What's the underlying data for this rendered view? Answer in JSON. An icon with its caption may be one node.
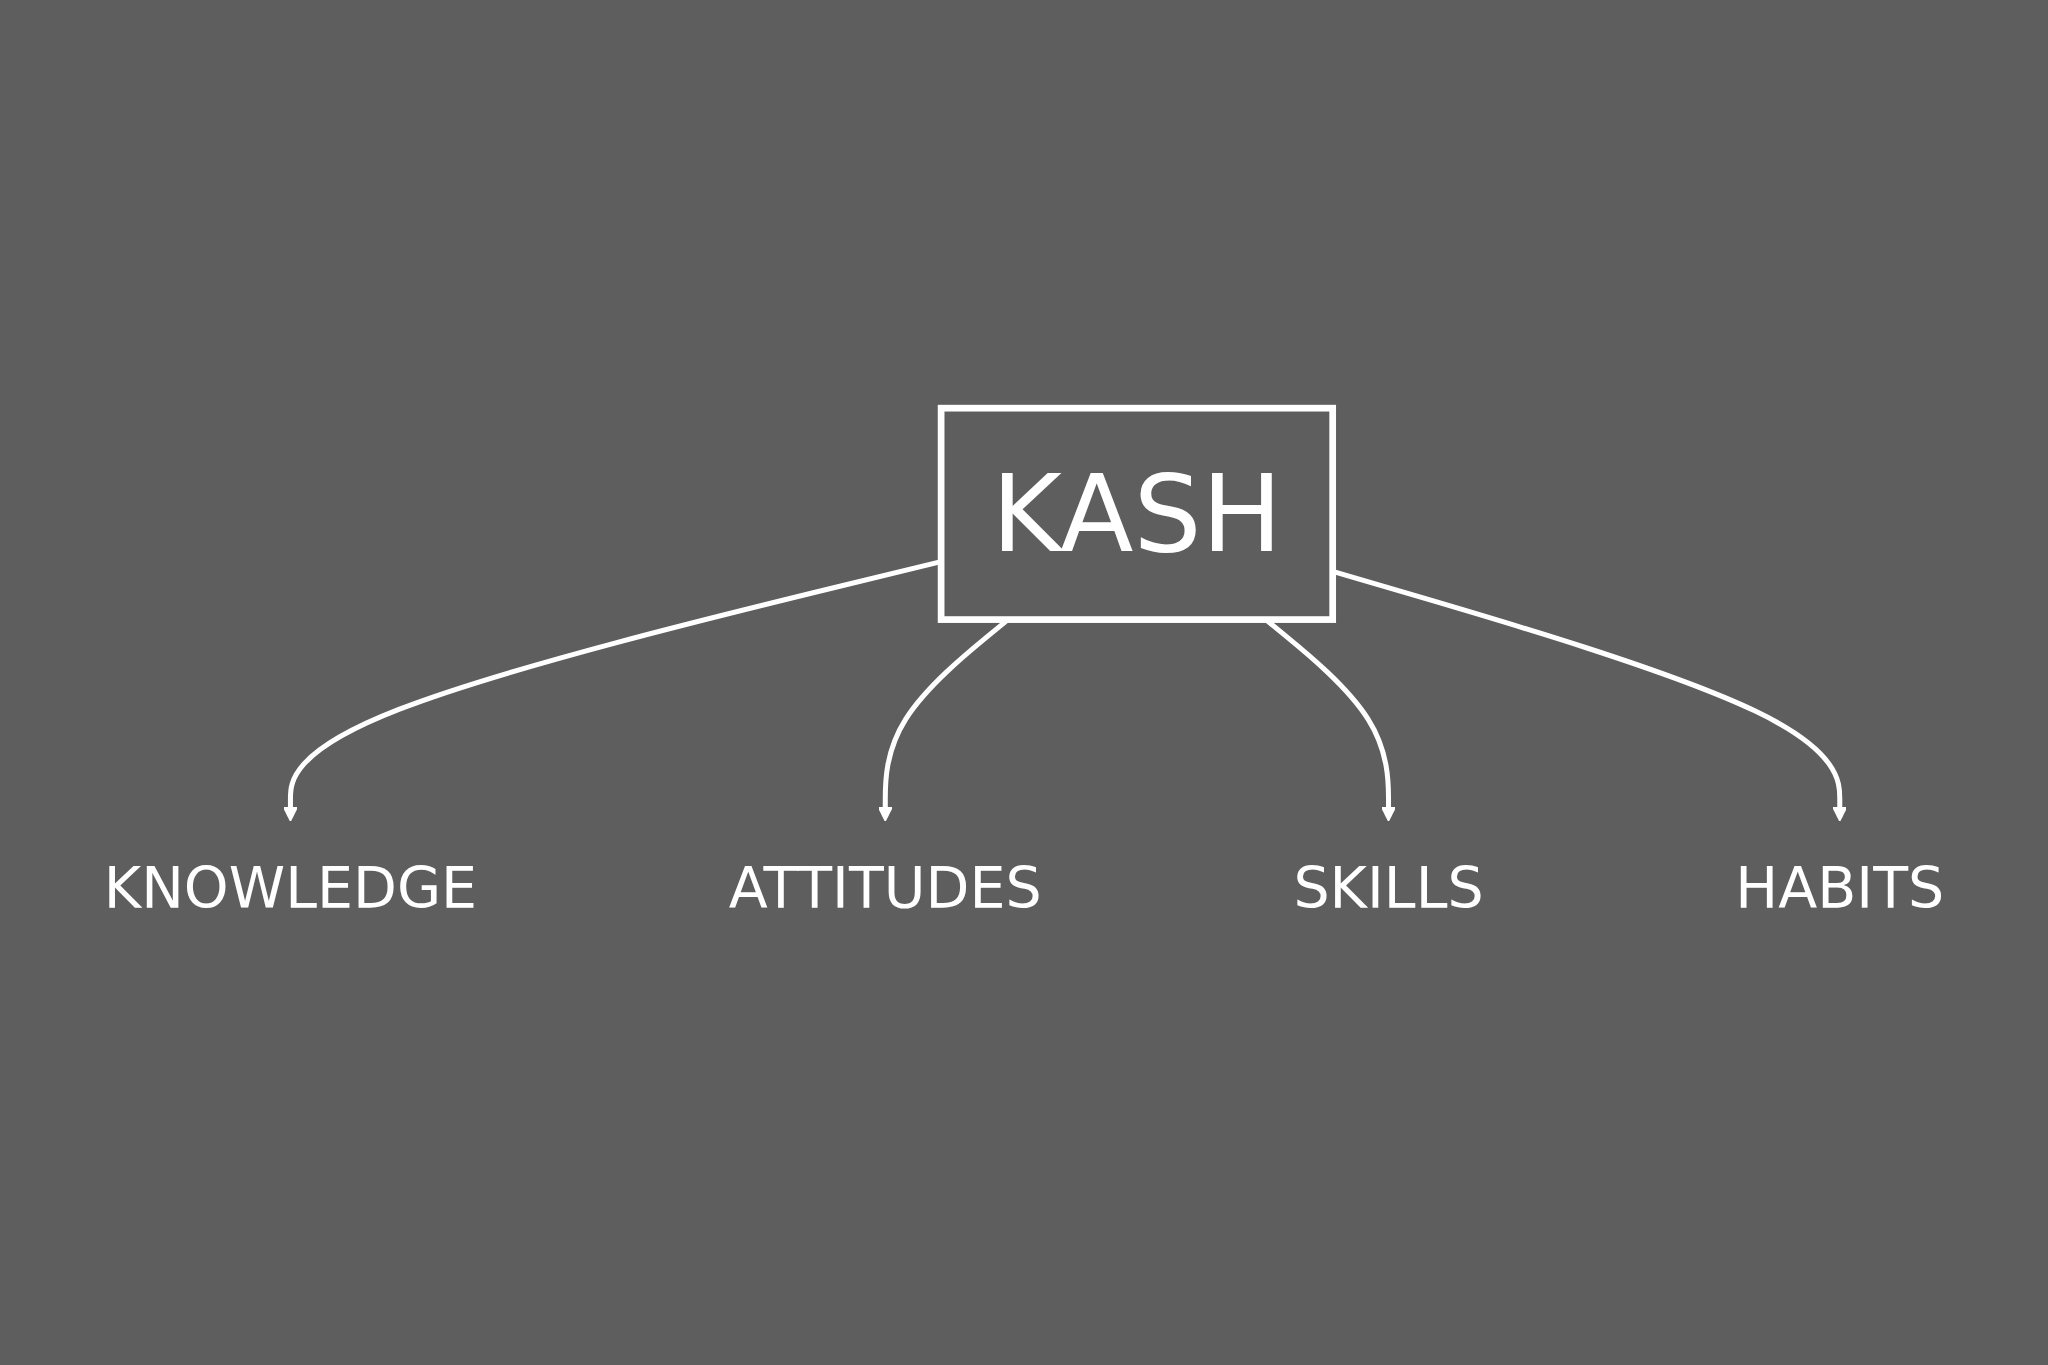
{
  "diagram": {
    "nodes": [
      {
        "text": [
          "KNOWLEDGE"
        ]
      },
      {
        "text": [
          "ATTITUDES"
        ]
      },
      {
        "text": [
          "KASH"
        ]
      },
      {
        "text": [
          "SKILLS"
        ]
      },
      {
        "text": [
          "HABITS"
        ]
      }
    ],
    "edges": [
      {
        "from": 2,
        "to": 0,
        "arrow": "to"
      },
      {
        "from": 2,
        "to": 1,
        "arrow": "to"
      },
      {
        "from": 2,
        "to": 3,
        "arrow": "to"
      },
      {
        "from": 2,
        "to": 4,
        "arrow": "to"
      }
    ]
  }
}
